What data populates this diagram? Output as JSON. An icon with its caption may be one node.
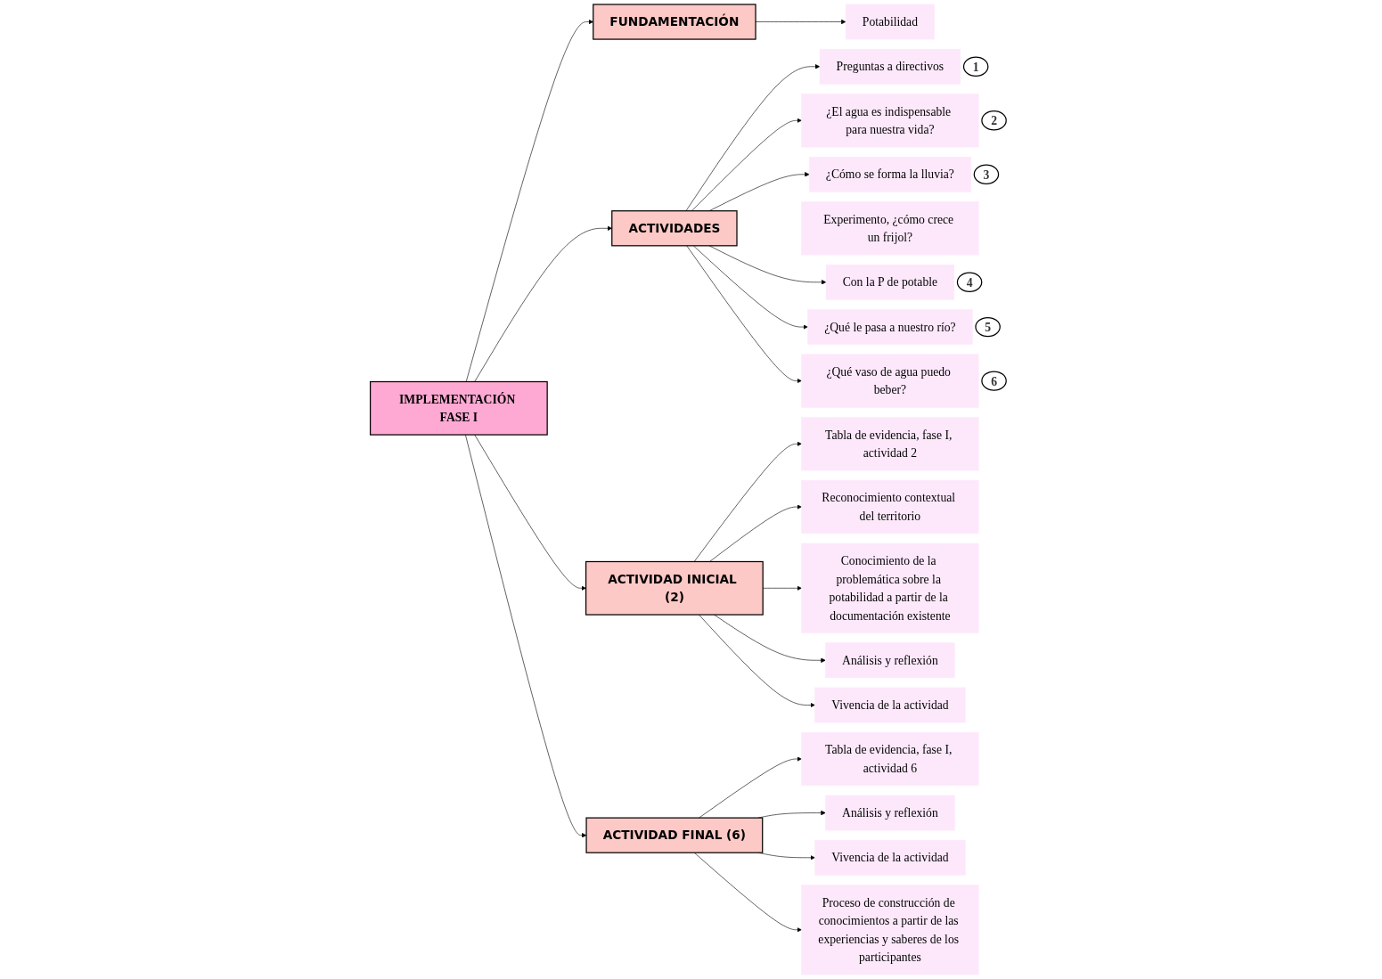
{
  "diagram": {
    "nodes": [
      {
        "text": [
          "IMPLEMENTACIÓN FASE I"
        ]
      },
      {
        "text": [
          "FUNDAMENTACIÓN"
        ]
      },
      {
        "text": [
          "Potabilidad"
        ]
      },
      {
        "text": [
          "ACTIVIDADES"
        ]
      },
      {
        "text": [
          "Preguntas a directivos"
        ],
        "beside": [
          "1"
        ]
      },
      {
        "text": [
          "¿El agua es indispensable para nuestra vida?"
        ],
        "beside": [
          "2"
        ]
      },
      {
        "text": [
          "¿Cómo se forma la lluvia?"
        ],
        "beside": [
          "3"
        ]
      },
      {
        "text": [
          "Experimento, ¿cómo crece un frijol?"
        ]
      },
      {
        "text": [
          "Con la P de potable"
        ],
        "beside": [
          "4"
        ]
      },
      {
        "text": [
          "¿Qué le pasa a nuestro río?"
        ],
        "beside": [
          "5"
        ]
      },
      {
        "text": [
          "¿Qué vaso de agua puedo beber?"
        ],
        "beside": [
          "6"
        ]
      },
      {
        "text": [
          "ACTIVIDAD INICIAL (2)"
        ]
      },
      {
        "text": [
          "Tabla de evidencia, fase I, actividad 2"
        ]
      },
      {
        "text": [
          "Reconocimiento contextual del territorio"
        ]
      },
      {
        "text": [
          "Conocimiento de la problemática sobre la potabilidad a partir de la documentación existente"
        ]
      },
      {
        "text": [
          "Análisis y reflexión"
        ]
      },
      {
        "text": [
          "Vivencia de la actividad"
        ]
      },
      {
        "text": [
          "ACTIVIDAD FINAL (6)"
        ]
      },
      {
        "text": [
          "Tabla de evidencia, fase I, actividad 6"
        ]
      },
      {
        "text": [
          "Análisis y reflexión"
        ]
      },
      {
        "text": [
          "Vivencia de la actividad"
        ]
      },
      {
        "text": [
          "Proceso de construcción de conocimientos a partir de las experiencias y saberes de los participantes"
        ]
      }
    ],
    "edges": [
      {
        "from": 0,
        "to": 1,
        "arrow": "to"
      },
      {
        "from": 1,
        "to": 2,
        "arrow": "to"
      },
      {
        "from": 0,
        "to": 3,
        "arrow": "to"
      },
      {
        "from": 3,
        "to": 4,
        "arrow": "to"
      },
      {
        "from": 3,
        "to": 5,
        "arrow": "to"
      },
      {
        "from": 3,
        "to": 6,
        "arrow": "to"
      },
      {
        "from": 3,
        "to": 8,
        "arrow": "to"
      },
      {
        "from": 3,
        "to": 9,
        "arrow": "to"
      },
      {
        "from": 3,
        "to": 10,
        "arrow": "to"
      },
      {
        "from": 0,
        "to": 11,
        "arrow": "to"
      },
      {
        "from": 11,
        "to": 12,
        "arrow": "to"
      },
      {
        "from": 11,
        "to": 13,
        "arrow": "to"
      },
      {
        "from": 11,
        "to": 14,
        "arrow": "to"
      },
      {
        "from": 11,
        "to": 15,
        "arrow": "to"
      },
      {
        "from": 11,
        "to": 16,
        "arrow": "to"
      },
      {
        "from": 0,
        "to": 17,
        "arrow": "to"
      },
      {
        "from": 17,
        "to": 18,
        "arrow": "to"
      },
      {
        "from": 17,
        "to": 19,
        "arrow": "to"
      },
      {
        "from": 17,
        "to": 20,
        "arrow": "to"
      },
      {
        "from": 17,
        "to": 21,
        "arrow": "to"
      }
    ]
  }
}
